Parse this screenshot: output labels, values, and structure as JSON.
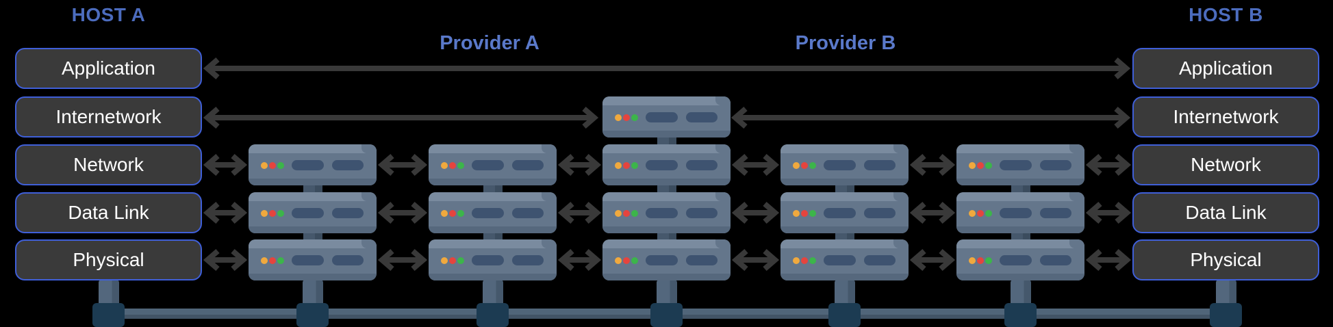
{
  "hosts": {
    "a": {
      "title": "HOST A"
    },
    "b": {
      "title": "HOST B"
    }
  },
  "providers": {
    "a": "Provider A",
    "b": "Provider B"
  },
  "layers": [
    "Application",
    "Internetwork",
    "Network",
    "Data Link",
    "Physical"
  ],
  "colors": {
    "host_label": "#4c6cbe",
    "provider_label": "#5a79ca",
    "box_fill": "#3a3a3a",
    "box_border": "#3f5fd9",
    "box_text": "#ffffff",
    "arrow": "#393939",
    "router_body": "#64768b",
    "router_top": "#7a8b9f",
    "router_bottom": "#56687d",
    "router_slot": "#3e5370",
    "led_orange": "#f0a93e",
    "led_red": "#e5443e",
    "led_green": "#3cb54a",
    "neck_light": "#46586c",
    "neck_dark": "#3b4c5e",
    "stand_light": "#53677d",
    "stand_dark": "#45586c",
    "foot": "#1c3b52",
    "bus_top": "#506579",
    "bus_bottom": "#425466"
  }
}
